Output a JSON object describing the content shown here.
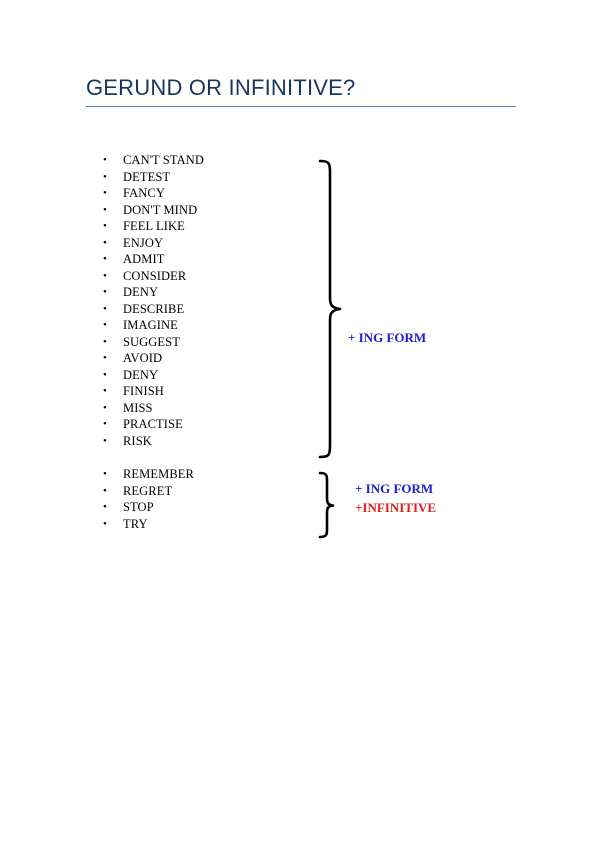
{
  "document": {
    "title": "GERUND OR INFINITIVE?"
  },
  "group_one": {
    "items": [
      "CAN'T STAND",
      "DETEST",
      "FANCY",
      "DON'T MIND",
      "FEEL LIKE",
      "ENJOY",
      "ADMIT",
      "CONSIDER",
      "DENY",
      "DESCRIBE",
      "IMAGINE",
      "SUGGEST",
      "AVOID",
      "DENY",
      "FINISH",
      "MISS",
      "PRACTISE",
      "RISK"
    ],
    "label": "+ ING FORM",
    "label_color": "#1c1cd6"
  },
  "group_two": {
    "items": [
      "REMEMBER",
      "REGRET",
      "STOP",
      "TRY"
    ],
    "label_ing": "+ ING FORM",
    "label_ing_color": "#1c1cd6",
    "label_inf": "+INFINITIVE",
    "label_inf_color": "#e02020"
  },
  "bullet_symbol": "•"
}
